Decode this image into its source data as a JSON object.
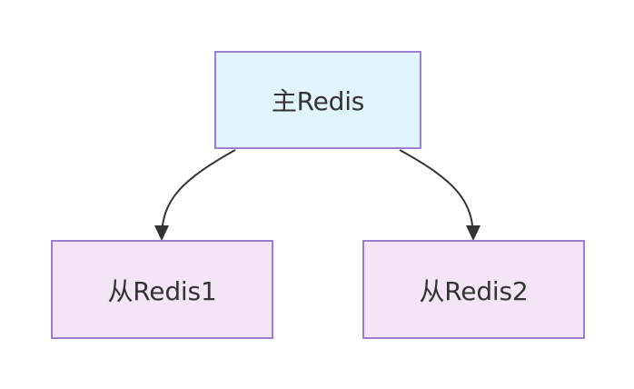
{
  "nodes": {
    "master": {
      "label": "主Redis"
    },
    "slave1": {
      "label": "从Redis1"
    },
    "slave2": {
      "label": "从Redis2"
    }
  },
  "edges": [
    {
      "from": "master",
      "to": "slave1"
    },
    {
      "from": "master",
      "to": "slave2"
    }
  ],
  "colors": {
    "master_fill": "#e1f4fb",
    "slave_fill": "#f3e5f5",
    "border": "#9b7fd4",
    "edge": "#333333",
    "text": "#333333"
  }
}
